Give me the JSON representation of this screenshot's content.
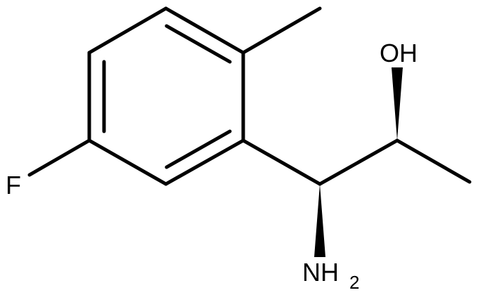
{
  "atoms": {
    "hydroxyl": "OH",
    "amino_main": "NH",
    "amino_subscript": "2",
    "fluorine": "F"
  },
  "colors": {
    "bond": "#000000",
    "background": "#ffffff"
  }
}
